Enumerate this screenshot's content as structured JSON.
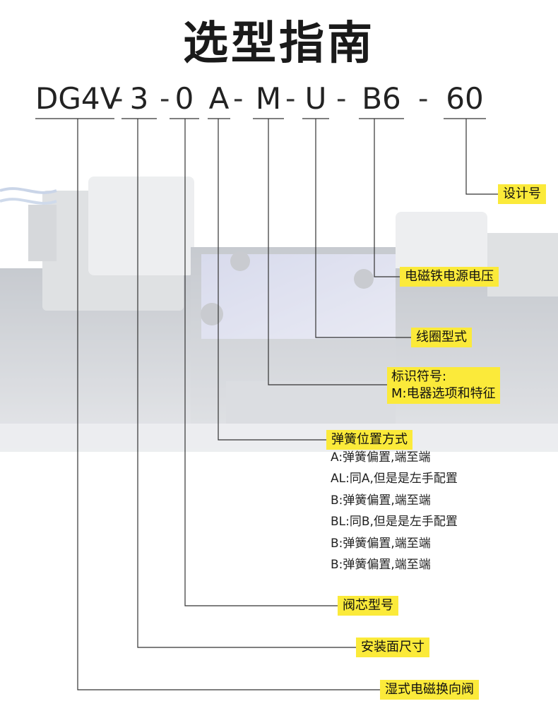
{
  "title": "选型指南",
  "model_code": {
    "segments": [
      "DG4V",
      "3",
      "0",
      "A",
      "M",
      "U",
      "B6",
      "60"
    ],
    "separators": [
      "-",
      "-",
      "",
      "-",
      "-",
      "-",
      "-"
    ]
  },
  "labels": {
    "design_no": "设计号",
    "solenoid_voltage": "电磁铁电源电压",
    "coil_type": "线圈型式",
    "identification_symbol": "标识符号:",
    "identification_detail": "M:电器选项和特征",
    "spring_arrangement": "弹簧位置方式",
    "spool_type": "阀芯型号",
    "mounting_size": "安装面尺寸",
    "valve_type": "湿式电磁换向阀"
  },
  "spring_options": [
    "A:弹簧偏置,端至端",
    "AL:同A,但是是左手配置",
    "B:弹簧偏置,端至端",
    "BL:同B,但是是左手配置",
    "B:弹簧偏置,端至端",
    "B:弹簧偏置,端至端"
  ],
  "colors": {
    "label_bg": "#fbea3a",
    "line": "#333333",
    "text": "#1a1a1a"
  }
}
